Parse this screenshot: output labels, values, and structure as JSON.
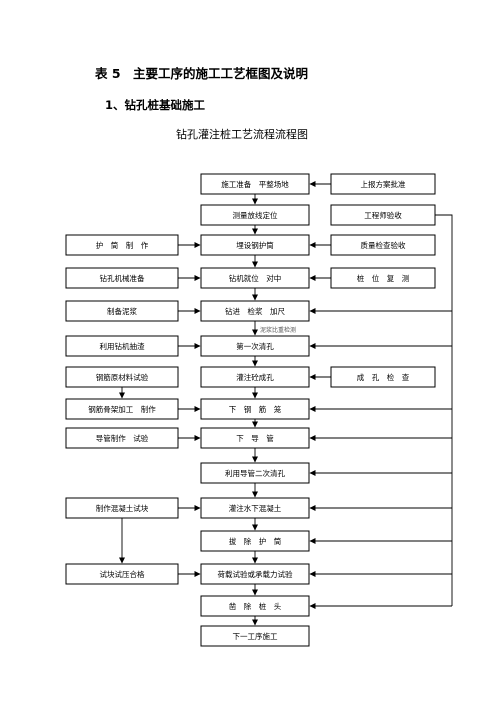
{
  "headings": {
    "table_title": "表 5　主要工序的施工工艺框图及说明",
    "section_title": "1、钻孔桩基础施工",
    "chart_title": "钻孔灌注桩工艺流程流程图"
  },
  "boxes": {
    "c1": "施工准备　平整场地",
    "c2": "测量放线定位",
    "c3": "埋设钢护筒",
    "c4": "钻机就位　对中",
    "c5": "钻进　检浆　加尺",
    "c6": "第一次清孔",
    "c7": "灌注砼成孔",
    "c8": "下　钢　筋　笼",
    "c9": "下　导　管",
    "c10": "利用导管二次清孔",
    "c11": "灌注水下混凝土",
    "c12": "拔　除　护　筒",
    "c13": "荷载试验或承载力试验",
    "c14": "凿　除　桩　头",
    "c15": "下一工序施工",
    "l1": "护　筒　制　作",
    "l2": "钻孔机械准备",
    "l3": "制备泥浆",
    "l4": "利用钻机抽渣",
    "l5": "钢筋原材料试验",
    "l6": "钢筋骨架加工　制作",
    "l7": "导管制作　试验",
    "l8": "制作混凝土试块",
    "l9": "试块试压合格",
    "r1": "上报方案批准",
    "r2": "工程师验收",
    "r3": "质量检查验收",
    "r4": "桩　位　复　测",
    "r5": "成　孔　检　查"
  },
  "notes": {
    "under_c5": "泥浆比重检测"
  }
}
